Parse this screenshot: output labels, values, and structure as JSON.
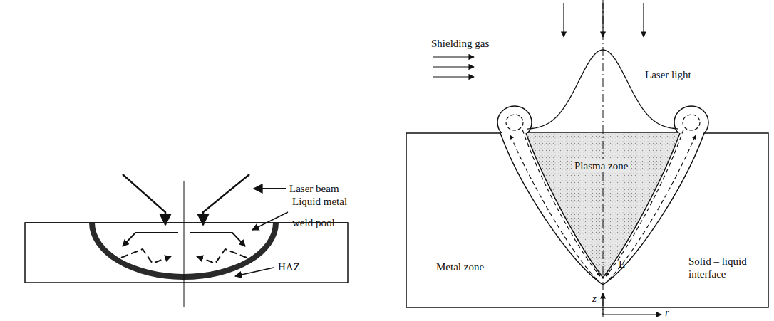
{
  "diagram": {
    "labels": [
      "Laser beam",
      "Liquid metal weld pool",
      "HAZ",
      "Shielding gas",
      "Laser light",
      "Plasma zone",
      "E",
      "Solid – liquid interface",
      "Metal zone",
      "z",
      "r"
    ]
  }
}
